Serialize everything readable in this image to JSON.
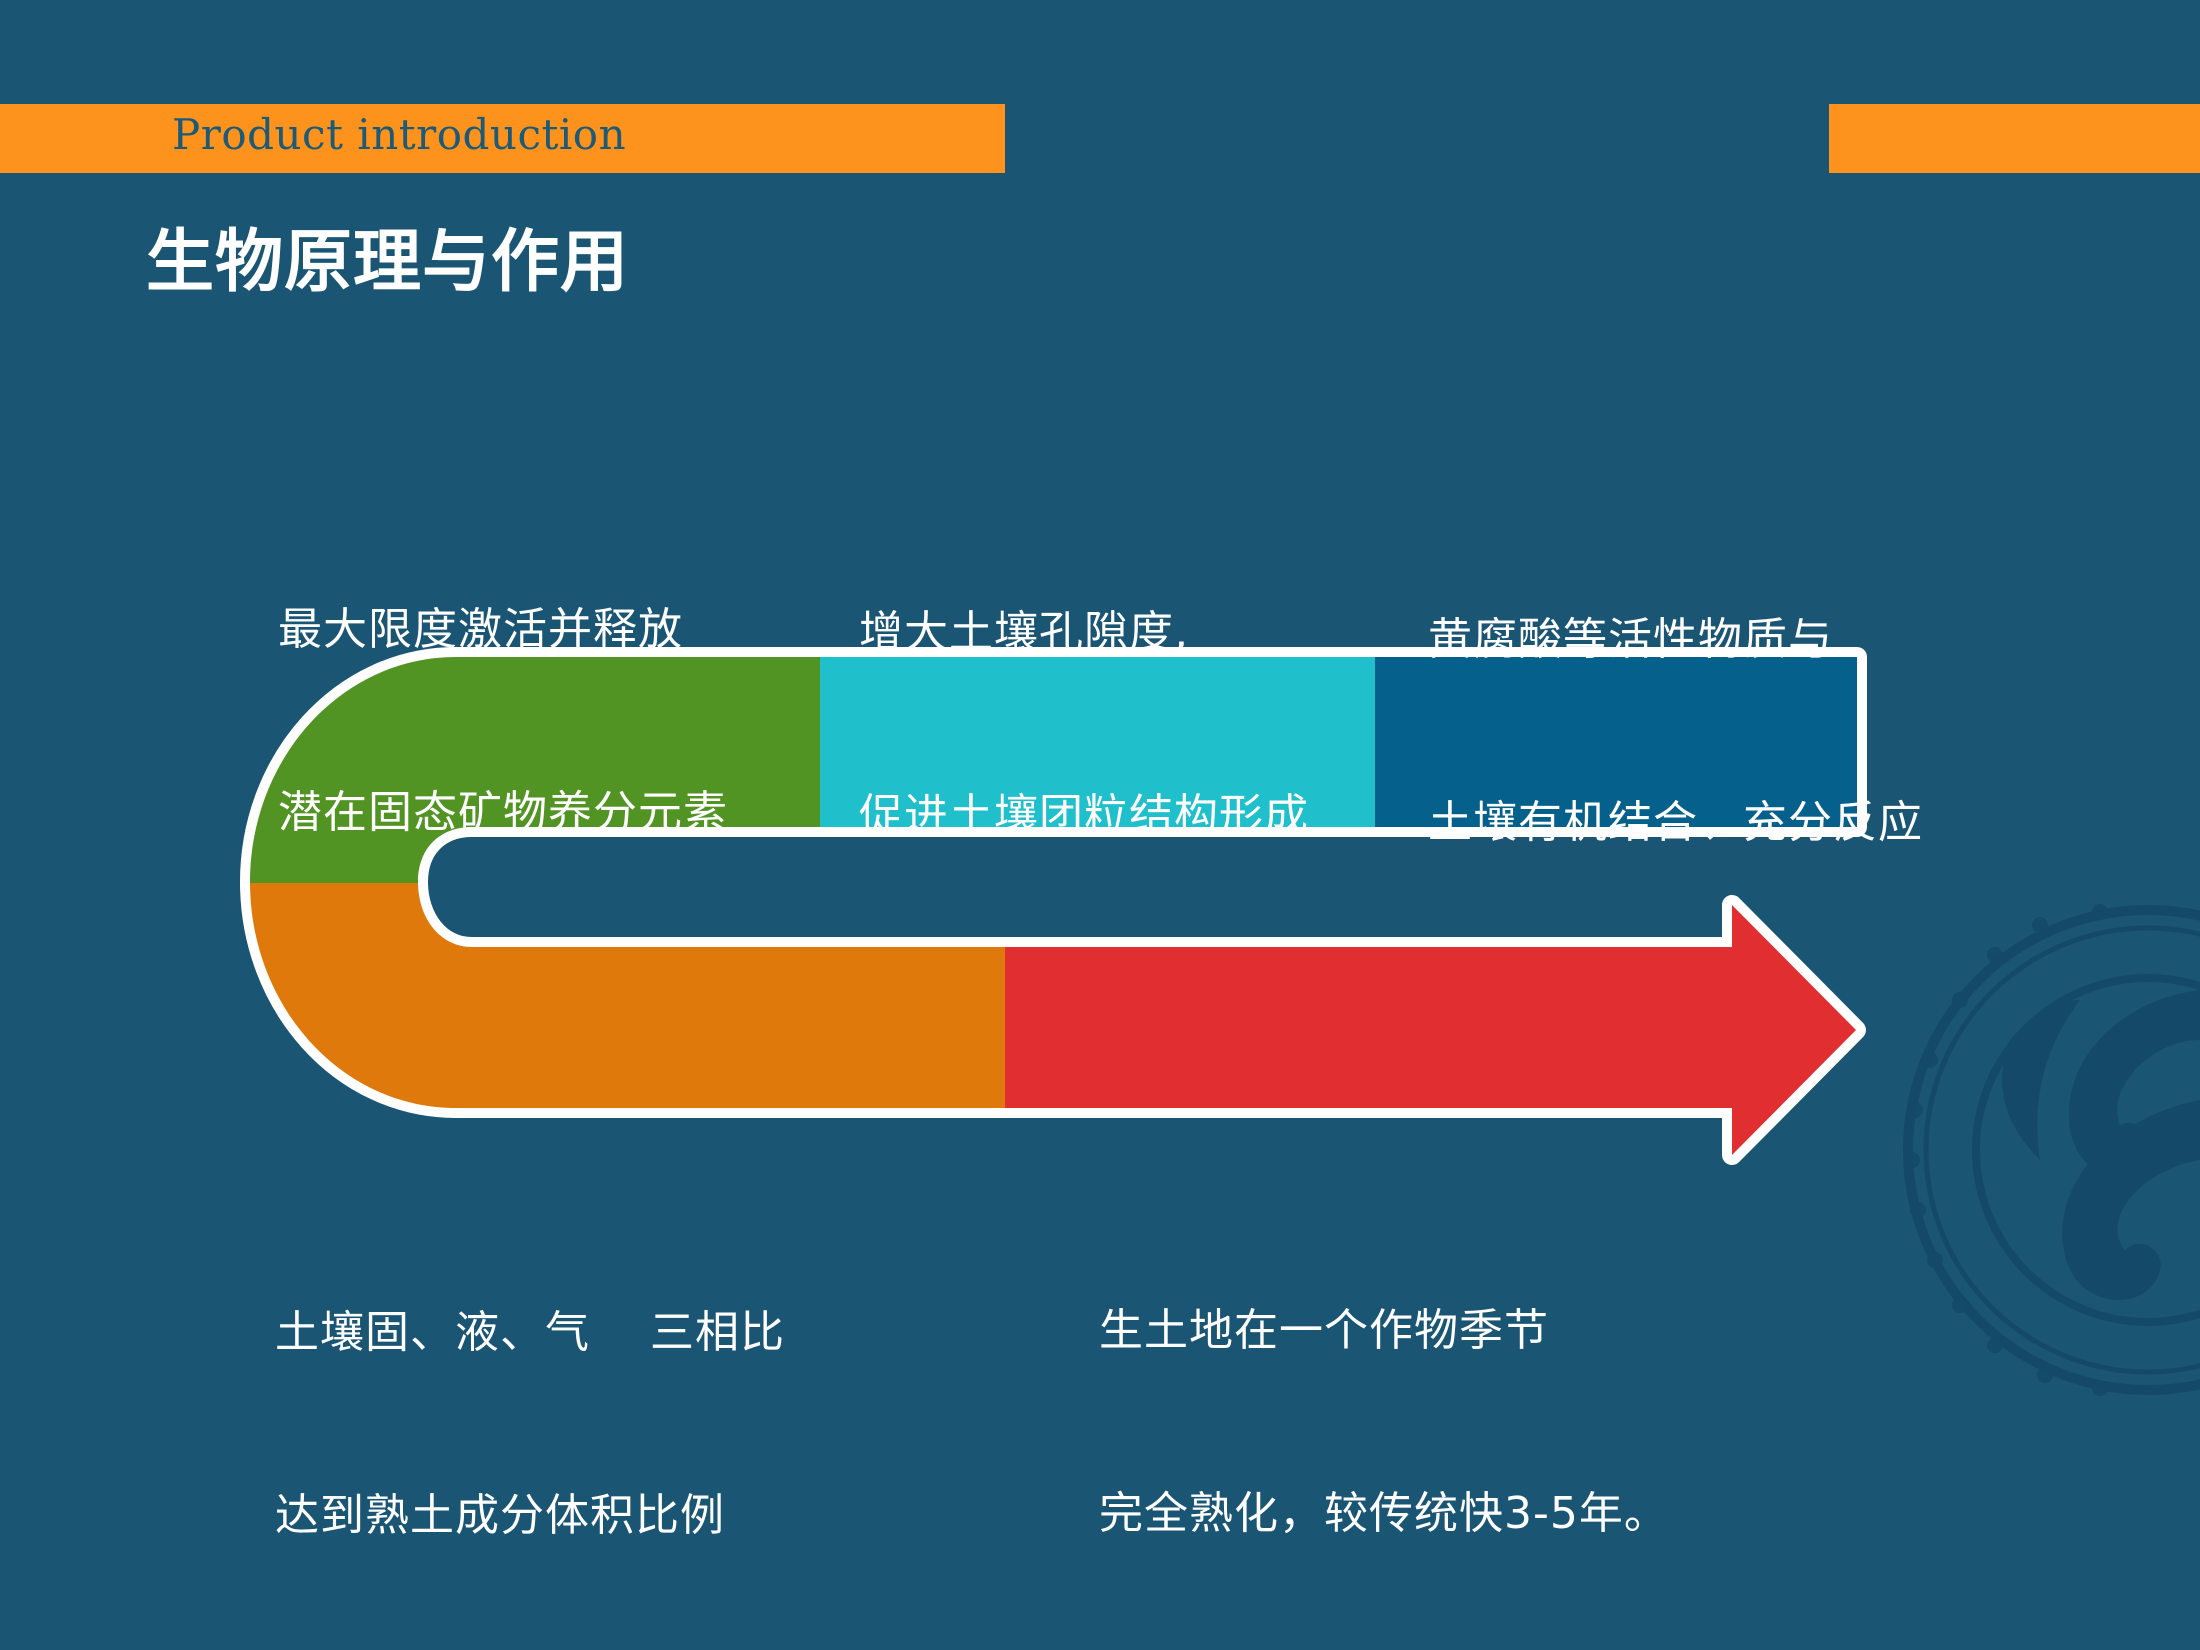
{
  "header": {
    "subtitle": "Product introduction",
    "title": "生物原理与作用"
  },
  "colors": {
    "background": "#1a5574",
    "accent_bar": "#fd931c",
    "segment_green": "#529424",
    "segment_cyan": "#20bfcc",
    "segment_darkblue": "#06608c",
    "segment_orange": "#df790b",
    "segment_red": "#e12e31",
    "border": "#ffffff"
  },
  "diagram": {
    "type": "u-shaped process arrow",
    "segments": [
      {
        "id": "green",
        "label": "最大限度激活并释放潜在固态矿物养分元素"
      },
      {
        "id": "cyan",
        "label": "增大土壤孔隙度，促进土壤团粒结构形成"
      },
      {
        "id": "darkblue",
        "label": "黄腐酸等活性物质与土壤有机结合、充分反应"
      },
      {
        "id": "orange",
        "label": "土壤固、液、气三相比达到熟土成分体积比例"
      },
      {
        "id": "red",
        "label": "生土地在一个作物季节完全熟化，较传统快3-5年。"
      }
    ]
  },
  "blocks": [
    {
      "lines": [
        "最大限度激活并释放",
        "潜在固态矿物养分元素"
      ]
    },
    {
      "lines": [
        "增大土壤孔隙度,",
        "促进土壤团粒结构形成"
      ]
    },
    {
      "lines": [
        "黄腐酸等活性物质与",
        "土壤有机结合、充分反应"
      ]
    },
    {
      "lines": [
        "土壤固、液、气    三相比",
        "达到熟土成分体积比例"
      ]
    },
    {
      "lines": [
        "生土地在一个作物季节",
        "完全熟化，较传统快3-5年。"
      ]
    }
  ]
}
